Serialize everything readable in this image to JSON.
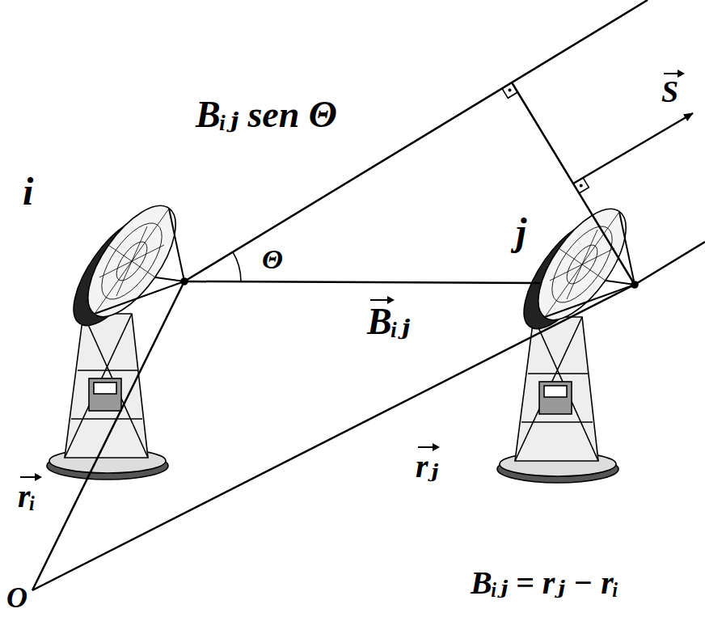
{
  "diagram": {
    "labels": [
      "Bᵢⱼ sen Θ",
      "i",
      "Θ",
      "j",
      "S",
      "Bᵢⱼ",
      "rᵢ",
      "rⱼ",
      "O",
      "Bᵢⱼ = rⱼ − rᵢ"
    ]
  }
}
